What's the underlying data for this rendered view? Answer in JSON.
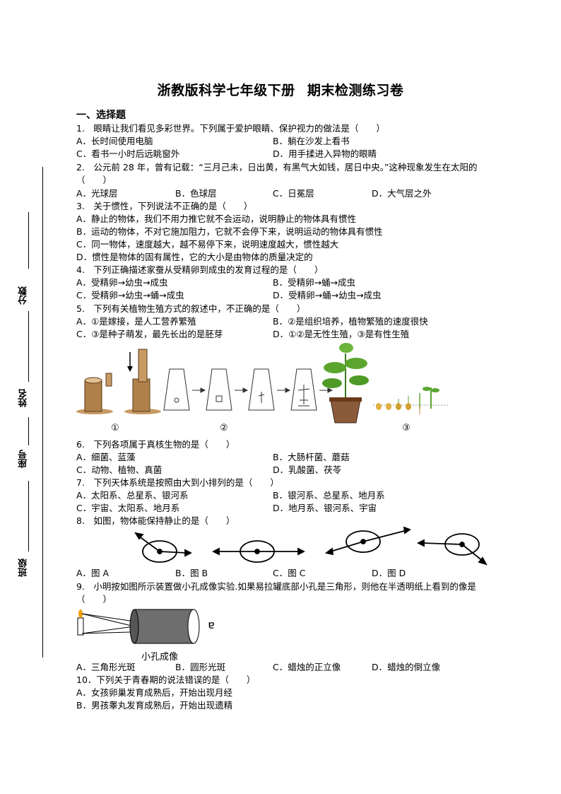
{
  "title": {
    "main": "浙教版科学七年级下册",
    "sub": "期末检测练习卷"
  },
  "section1": "一、选择题",
  "margin": {
    "score": "分数",
    "name": "姓名",
    "seat": "座号",
    "class": "班级"
  },
  "q1": {
    "stem": "1.　眼睛让我们看见多彩世界。下列属于爱护眼睛、保护视力的做法是（　　）",
    "A": "A．长时间使用电脑",
    "B": "B．躺在沙发上看书",
    "C": "C．看书一小时后远眺窗外",
    "D": "D．用手揉进入异物的眼睛"
  },
  "q2": {
    "stem1": "2.　公元前 28 年，曾有记载：“三月己未，日出黄，有黑气大如钱，居日中央。”这种现象发生在太阳的",
    "stem2": "（　　）",
    "A": "A．光球层",
    "B": "B．色球层",
    "C": "C．日冕层",
    "D": "D．大气层之外"
  },
  "q3": {
    "stem": "3.　关于惯性，下列说法不正确的是（　　）",
    "A": "A．静止的物体，我们不用力推它就不会运动，说明静止的物体具有惯性",
    "B": "B．运动的物体，不对它施加阻力，它就不会停下来，说明运动的物体具有惯性",
    "C": "C．同一物体，速度越大，越不易停下来，说明速度越大，惯性越大",
    "D": "D．惯性是物体的固有属性，它的大小是由物体的质量决定的"
  },
  "q4": {
    "stem": "4.　下列正确描述家蚕从受精卵到成虫的发育过程的是（　　）",
    "A": "A．受精卵→幼虫→成虫",
    "B": "B．受精卵→蛹→成虫",
    "C": "C．受精卵→幼虫→蛹→成虫",
    "D": "D．受精卵→蛹→幼虫→成虫"
  },
  "q5": {
    "stem": "5.　下列有关植物生殖方式的叙述中，不正确的是（　　）",
    "A": "A．①是嫁接，是人工营养繁殖",
    "B": "B．②是组织培养，植物繁殖的速度很快",
    "C": "C．③是种子萌发，最先长出的是胚芽",
    "D": "D．①②是无性生殖，③是有性生殖",
    "labels": [
      "①",
      "②",
      "③"
    ]
  },
  "q6": {
    "stem": "6.　下列各项属于真核生物的是（　　）",
    "A": "A．细菌、蓝藻",
    "B": "B．大肠杆菌、蘑菇",
    "C": "C．动物、植物、真菌",
    "D": "D．乳酸菌、茯苓"
  },
  "q7": {
    "stem": "7.　下列天体系统是按照由大到小排列的是（　　）",
    "A": "A．太阳系、总星系、银河系",
    "B": "B．银河系、总星系、地月系",
    "C": "C．宇宙、太阳系、地月系",
    "D": "D．地月系、银河系、宇宙"
  },
  "q8": {
    "stem": "8.　如图，物体能保持静止的是（　　）",
    "A": "A．图 A",
    "B": "B．图 B",
    "C": "C．图 C",
    "D": "D．图 D"
  },
  "q9": {
    "stem1": "9.　小明按如图所示装置做小孔成像实验.如果易拉罐底部小孔是三角形，则他在半透明纸上看到的像是",
    "stem2": "（　　）",
    "caption": "小孔成像",
    "A": "A．三角形光斑",
    "B": "B．圆形光斑",
    "C": "C．蜡烛的正立像",
    "D": "D．蜡烛的倒立像"
  },
  "q10": {
    "stem": "10．下列关于青春期的说法错误的是（　　）",
    "A": "A．女孩卵巢发育成熟后，开始出现月经",
    "B": "B．男孩睾丸发育成熟后，开始出现遗精"
  },
  "colors": {
    "soil": "#a0703a",
    "leaf": "#5ba52f",
    "pot": "#7a4a2a",
    "flame": "#f2a200"
  }
}
